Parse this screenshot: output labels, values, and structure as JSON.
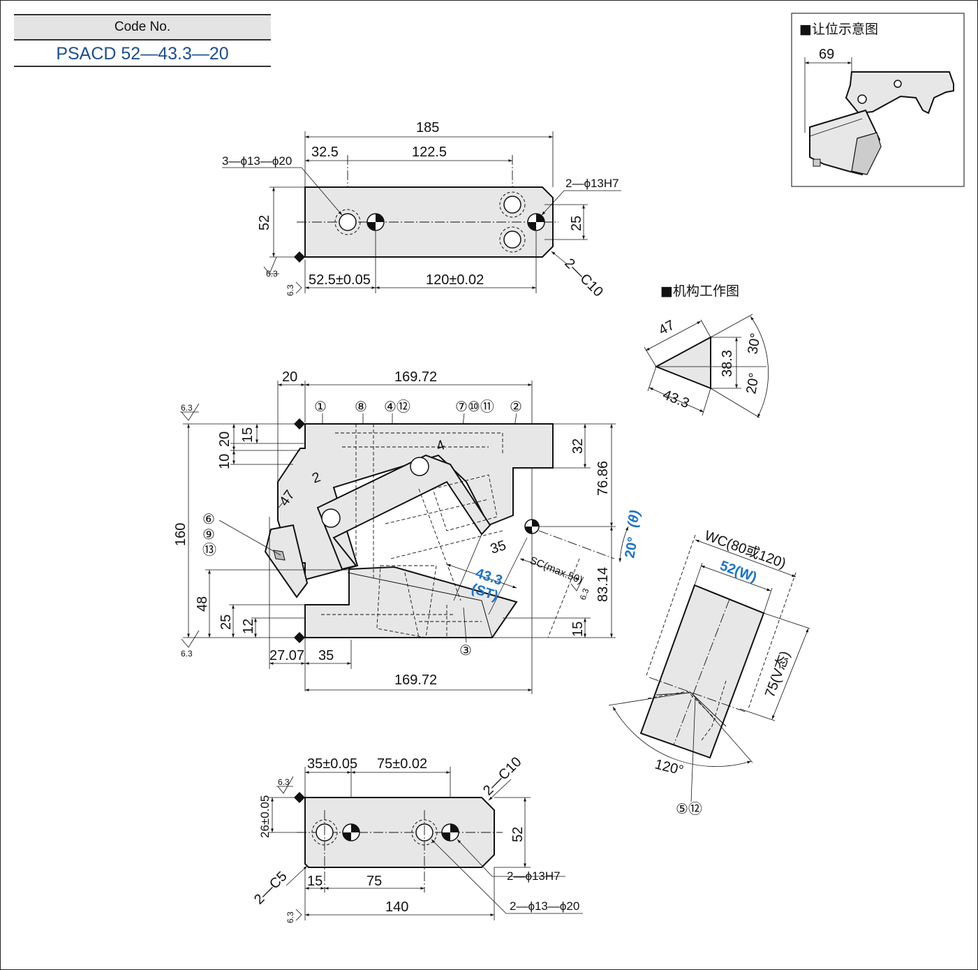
{
  "header": {
    "code_label": "Code No.",
    "code_value": "PSACD 52—43.3—20"
  },
  "clearance_view": {
    "title": "■让位示意图",
    "dim": "69"
  },
  "mechanism_view": {
    "title": "■机构工作图",
    "dims": [
      "47",
      "38.3",
      "43.3",
      "30°",
      "20°"
    ]
  },
  "top_view": {
    "dims": {
      "overall": "185",
      "left": "32.5",
      "span": "122.5",
      "height": "52",
      "right_height": "25",
      "bot_left": "52.5±0.05",
      "bot_span": "120±0.02",
      "roughness": "6.3"
    },
    "callouts": {
      "holes": "3—ϕ13—ϕ20",
      "pins": "2—ϕ13H7",
      "chamfer": "2—C10"
    }
  },
  "front_view": {
    "dims": {
      "top_left": "20",
      "top_width": "169.72",
      "h160": "160",
      "h15": "15",
      "h20": "20",
      "h10": "10",
      "d47": "47",
      "d2": "2",
      "d4": "4",
      "r32": "32",
      "r7686": "76.86",
      "r8314": "83.14",
      "r15": "15",
      "d35": "35",
      "st": "43.3",
      "st_label": "(ST)",
      "sc": "SC(max.50)",
      "angle": "20°",
      "theta": "(θ)",
      "h48": "48",
      "h25": "25",
      "h12": "12",
      "b2707": "27.07",
      "b35": "35",
      "bottom_width": "169.72",
      "roughness": "6.3"
    },
    "balloons": [
      "①",
      "⑧",
      "④⑫",
      "⑦⑩⑪",
      "②",
      "⑥",
      "⑨",
      "⑬",
      "③"
    ]
  },
  "side_view": {
    "wc": "WC(80或120)",
    "w": "52(W)",
    "v": "75(V态)",
    "angle": "120°",
    "balloon": "⑤⑫"
  },
  "bottom_view": {
    "dims": {
      "left": "35±0.05",
      "span": "75±0.02",
      "height": "26±0.05",
      "right": "52",
      "b15": "15",
      "b75": "75",
      "b140": "140",
      "roughness": "6.3"
    },
    "callouts": {
      "chamfer_top": "2—C10",
      "chamfer_bot": "2—C5",
      "pins": "2—ϕ13H7",
      "holes": "2—ϕ13—ϕ20"
    }
  }
}
